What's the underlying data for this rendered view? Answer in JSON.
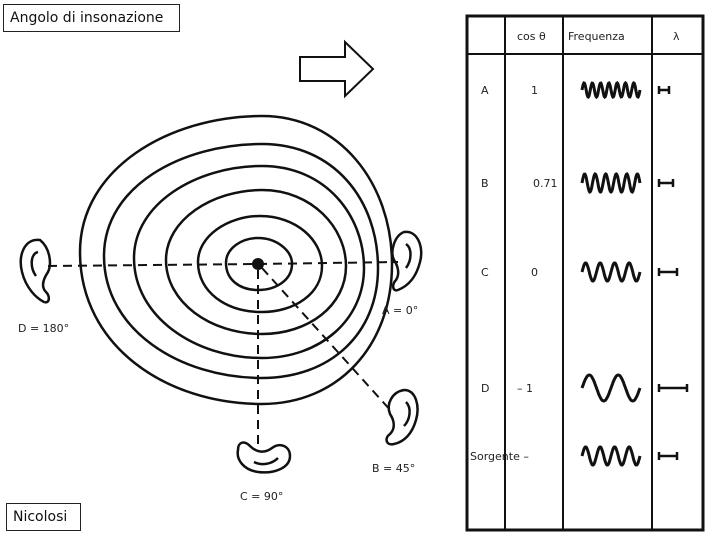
{
  "title_box": "Angolo di insonazione",
  "credit_box": "Nicolosi",
  "diagram": {
    "angle_labels": {
      "a": "A = 0°",
      "b": "B = 45°",
      "c": "C = 90°",
      "d": "D = 180°"
    }
  },
  "table": {
    "headers": {
      "row": "",
      "cos": "cos θ",
      "freq": "Frequenza",
      "lambda": "λ"
    },
    "rows": [
      {
        "label": "A",
        "cos": "1",
        "wave_cycles": 7,
        "lambda_len": 10
      },
      {
        "label": "B",
        "cos": "0.71",
        "wave_cycles": 5.5,
        "lambda_len": 14
      },
      {
        "label": "C",
        "cos": "0",
        "wave_cycles": 4,
        "lambda_len": 18
      },
      {
        "label": "D",
        "cos": "– 1",
        "wave_cycles": 2,
        "lambda_len": 28
      },
      {
        "label": "Sorgente –",
        "cos": "",
        "wave_cycles": 4,
        "lambda_len": 18
      }
    ]
  },
  "colors": {
    "ink": "#111111",
    "paper": "#ffffff"
  }
}
